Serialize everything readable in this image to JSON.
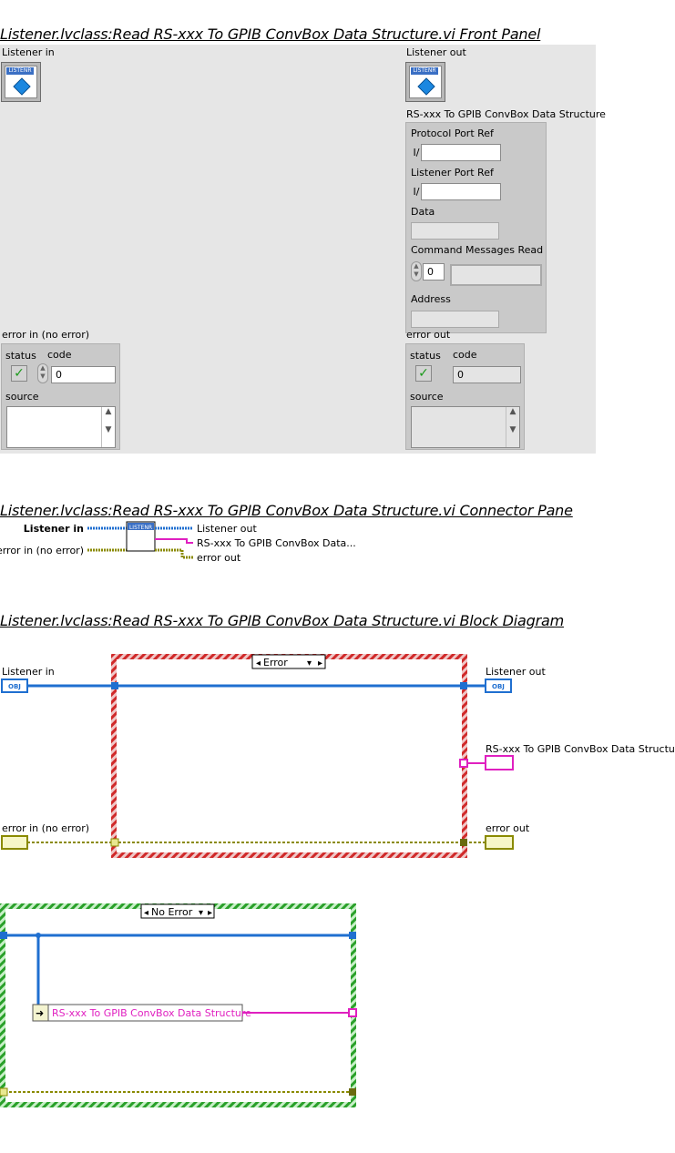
{
  "headings": {
    "front_panel": "Listener.lvclass:Read RS-xxx To GPIB ConvBox Data Structure.vi Front Panel",
    "connector_pane": "Listener.lvclass:Read RS-xxx To GPIB ConvBox Data Structure.vi Connector Pane",
    "block_diagram": "Listener.lvclass:Read RS-xxx To GPIB ConvBox Data Structure.vi Block Diagram"
  },
  "front_panel": {
    "listener_in": {
      "label": "Listener in",
      "icon": "listener-object-icon",
      "tag": "LISTENR"
    },
    "listener_out": {
      "label": "Listener out",
      "icon": "listener-object-icon",
      "tag": "LISTENR"
    },
    "cluster": {
      "label": "RS-xxx To GPIB ConvBox Data Structure",
      "protocol_port_ref": {
        "label": "Protocol Port Ref",
        "icon": "refnum-icon",
        "glyph": "I/O"
      },
      "listener_port_ref": {
        "label": "Listener Port Ref",
        "icon": "refnum-icon",
        "glyph": "I/O"
      },
      "data": {
        "label": "Data",
        "value": ""
      },
      "command_messages_read": {
        "label": "Command Messages Read",
        "index": "0"
      },
      "address": {
        "label": "Address",
        "value": ""
      }
    },
    "error_in": {
      "label": "error in (no error)",
      "status_label": "status",
      "code_label": "code",
      "code": "0",
      "source_label": "source"
    },
    "error_out": {
      "label": "error out",
      "status_label": "status",
      "code_label": "code",
      "code": "0",
      "source_label": "source"
    }
  },
  "connector_pane": {
    "inputs": [
      "Listener in",
      "error in (no error)"
    ],
    "outputs": [
      "Listener out",
      "RS-xxx To GPIB ConvBox Data...",
      "error out"
    ],
    "icon_tag": "LISTENR"
  },
  "block_diagram": {
    "terminals": {
      "listener_in": "Listener in",
      "error_in": "error in (no error)",
      "listener_out": "Listener out",
      "data_structure_out": "RS-xxx To GPIB ConvBox Data Structure",
      "error_out": "error out",
      "obj_glyph": "OBJ"
    },
    "case_error": {
      "selector": "Error"
    },
    "case_no_error": {
      "selector": "No Error",
      "node_label": "RS-xxx To GPIB ConvBox Data Structure"
    },
    "colors": {
      "class_wire": "#1f6fd0",
      "error_wire": "#8a8a00",
      "cluster_wire": "#e020c0",
      "error_case": "#d02a2a",
      "no_error_case": "#2aa02a"
    }
  }
}
